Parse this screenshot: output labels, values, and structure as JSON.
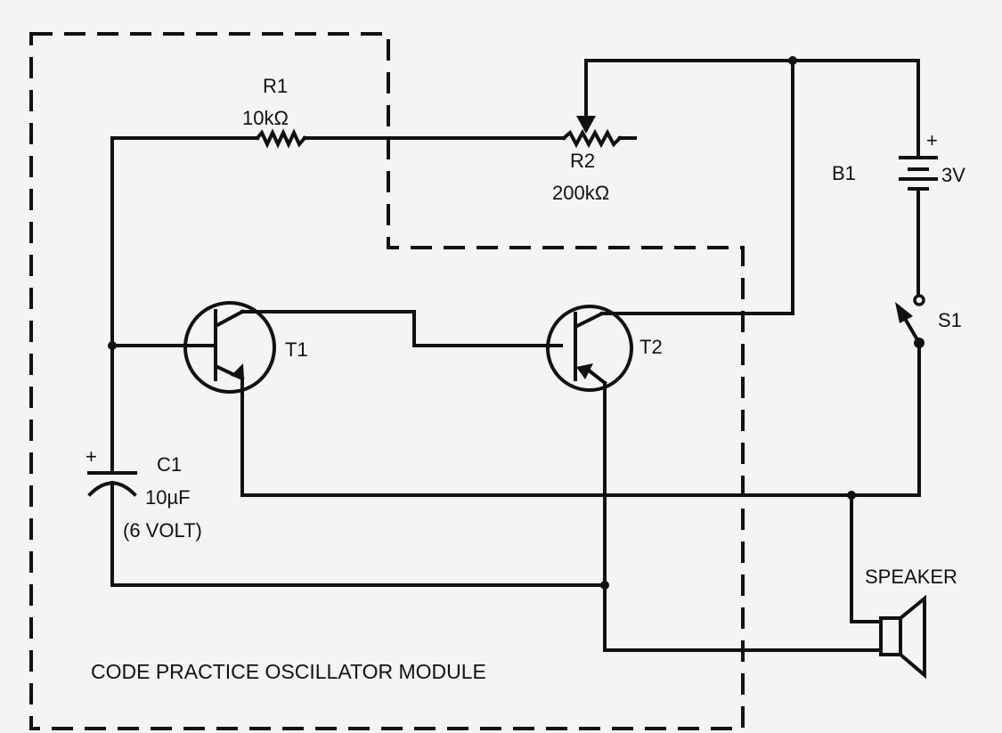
{
  "diagram": {
    "title": "CODE PRACTICE OSCILLATOR MODULE",
    "components": {
      "r1": {
        "ref": "R1",
        "value": "10kΩ",
        "type": "resistor"
      },
      "r2": {
        "ref": "R2",
        "value": "200kΩ",
        "type": "potentiometer"
      },
      "b1": {
        "ref": "B1",
        "value": "3V",
        "polarity": "+",
        "type": "battery"
      },
      "s1": {
        "ref": "S1",
        "type": "switch"
      },
      "t1": {
        "ref": "T1",
        "type": "npn-transistor"
      },
      "t2": {
        "ref": "T2",
        "type": "pnp-transistor"
      },
      "c1": {
        "ref": "C1",
        "value": "10µF",
        "rating": "(6 VOLT)",
        "polarity": "+",
        "type": "electrolytic-capacitor"
      },
      "speaker": {
        "label": "SPEAKER",
        "type": "speaker"
      }
    }
  }
}
